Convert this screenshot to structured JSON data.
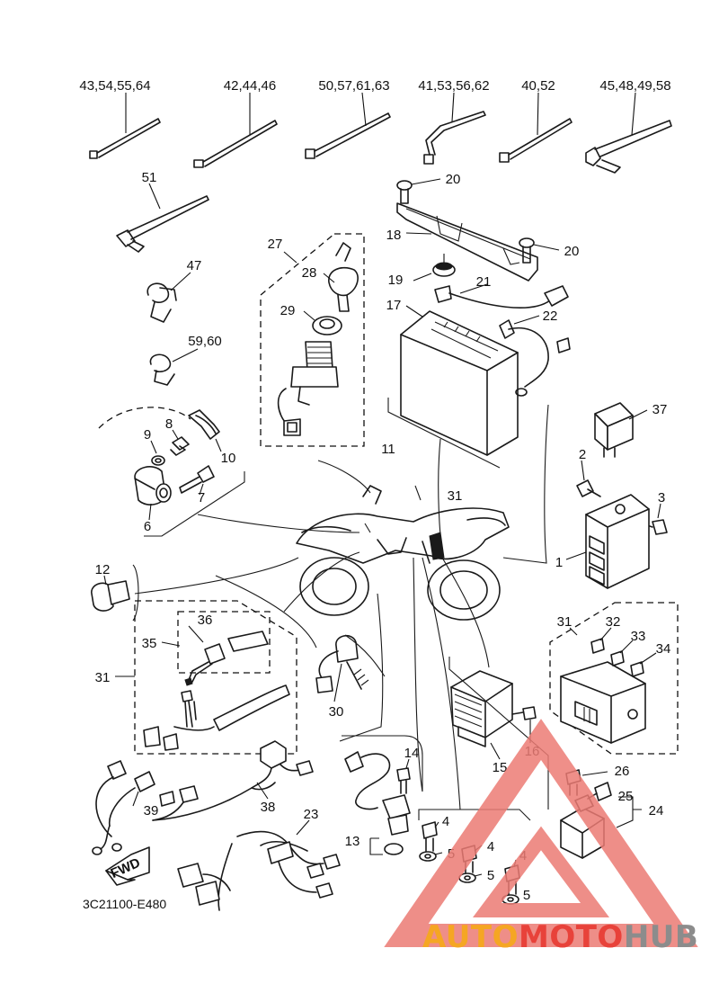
{
  "diagram": {
    "code": "3C21100-E480",
    "fwd_label": "FWD",
    "callouts": {
      "c43": "43,54,55,64",
      "c42": "42,44,46",
      "c50": "50,57,61,63",
      "c41": "41,53,56,62",
      "c40": "40,52",
      "c45": "45,48,49,58",
      "c51": "51",
      "c47": "47",
      "c59": "59,60",
      "c27": "27",
      "c28": "28",
      "c29": "29",
      "c20a": "20",
      "c20b": "20",
      "c18": "18",
      "c19": "19",
      "c21": "21",
      "c17": "17",
      "c22": "22",
      "c37": "37",
      "c8": "8",
      "c9": "9",
      "c10": "10",
      "c11": "11",
      "c7": "7",
      "c6": "6",
      "c2": "2",
      "c3": "3",
      "c1": "1",
      "c31a": "31",
      "c12": "12",
      "c36": "36",
      "c35": "35",
      "c31b": "31",
      "c31c": "31",
      "c32": "32",
      "c33": "33",
      "c34": "34",
      "c30": "30",
      "c15": "15",
      "c16": "16",
      "c14": "14",
      "c26": "26",
      "c25": "25",
      "c24": "24",
      "c38": "38",
      "c39": "39",
      "c23": "23",
      "c13": "13",
      "c4a": "4",
      "c5a": "5",
      "c4b": "4",
      "c5b": "5",
      "c4c": "4",
      "c5c": "5"
    }
  },
  "watermark": {
    "part1": "AUTO",
    "part2": "MOTO",
    "part3": "HUB",
    "color_orange": "#f5a623",
    "color_red": "#e8423a",
    "color_gray": "#8c8c8c"
  }
}
